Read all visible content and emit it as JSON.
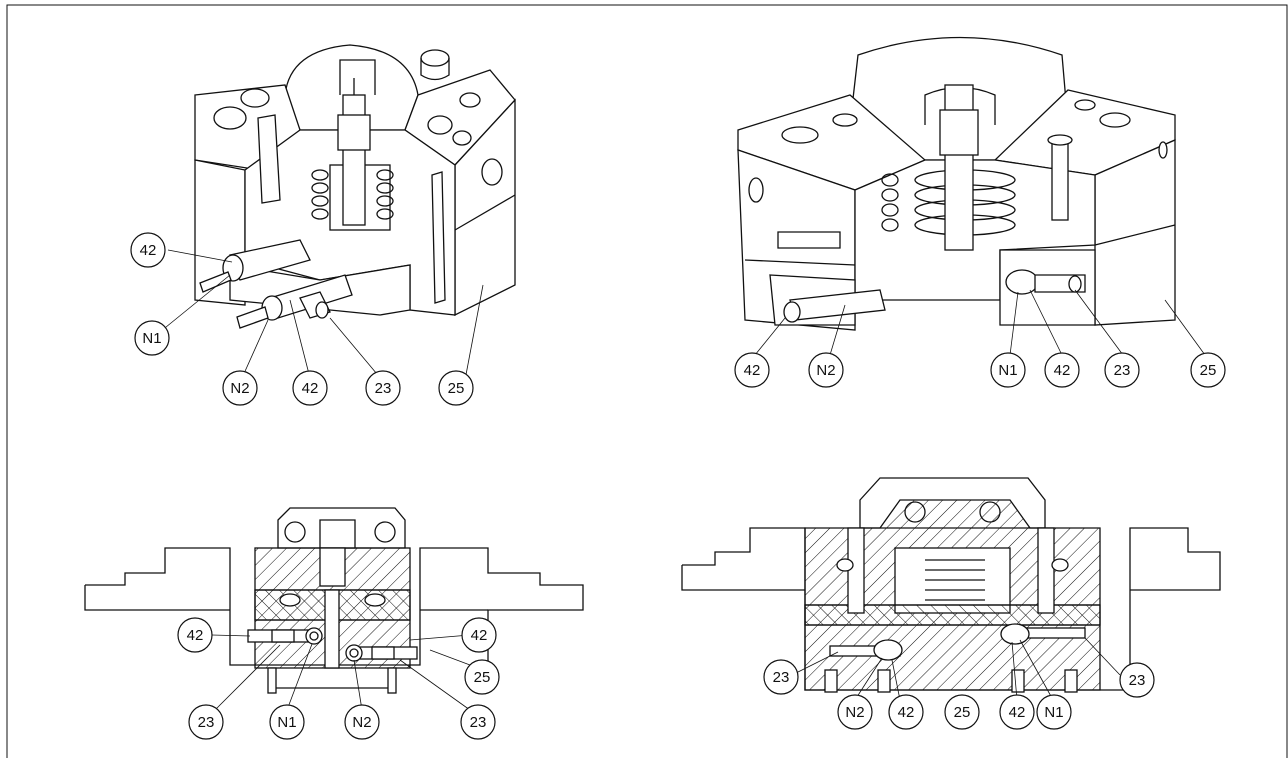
{
  "views": {
    "top_left": {
      "callouts": [
        "42",
        "N1",
        "N2",
        "42",
        "23",
        "25"
      ]
    },
    "top_right": {
      "callouts": [
        "42",
        "N2",
        "N1",
        "42",
        "23",
        "25"
      ]
    },
    "bottom_left": {
      "callouts": [
        "42",
        "42",
        "25",
        "23",
        "N1",
        "N2",
        "23"
      ]
    },
    "bottom_right": {
      "callouts": [
        "23",
        "N2",
        "42",
        "25",
        "42",
        "N1",
        "23"
      ]
    }
  }
}
